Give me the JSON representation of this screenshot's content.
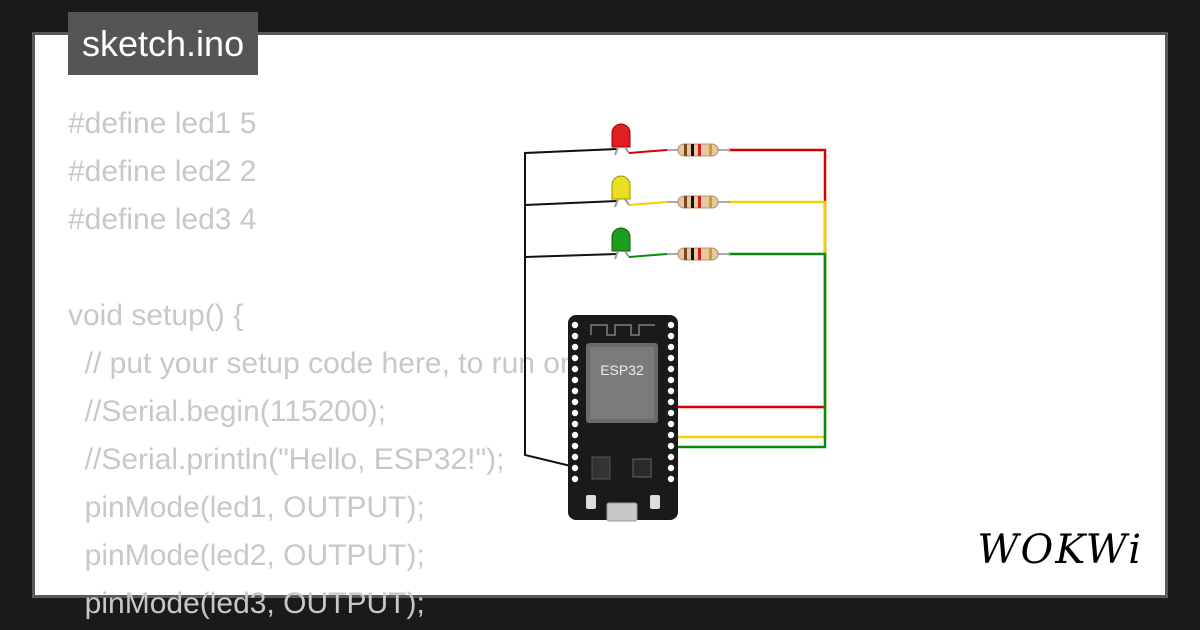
{
  "file": {
    "name": "sketch.ino"
  },
  "code": {
    "lines": [
      "#define led1 5",
      "#define led2 2",
      "#define led3 4",
      "",
      "void setup() {",
      "  // put your setup code here, to run once:",
      "  //Serial.begin(115200);",
      "  //Serial.println(\"Hello, ESP32!\");",
      "  pinMode(led1, OUTPUT);",
      "  pinMode(led2, OUTPUT);",
      "  pinMode(led3, OUTPUT);"
    ]
  },
  "board": {
    "label": "ESP32"
  },
  "leds": [
    {
      "color": "red",
      "fill": "#e02020",
      "wire": "#d40000"
    },
    {
      "color": "yellow",
      "fill": "#e8e020",
      "wire": "#f5d000"
    },
    {
      "color": "green",
      "fill": "#1e9e1e",
      "wire": "#0a8a0a"
    }
  ],
  "brand": {
    "logo": "WOKWi"
  },
  "colors": {
    "background": "#1a1a1a",
    "card": "#ffffff",
    "tag": "#555555",
    "code": "#c8c8c8"
  }
}
